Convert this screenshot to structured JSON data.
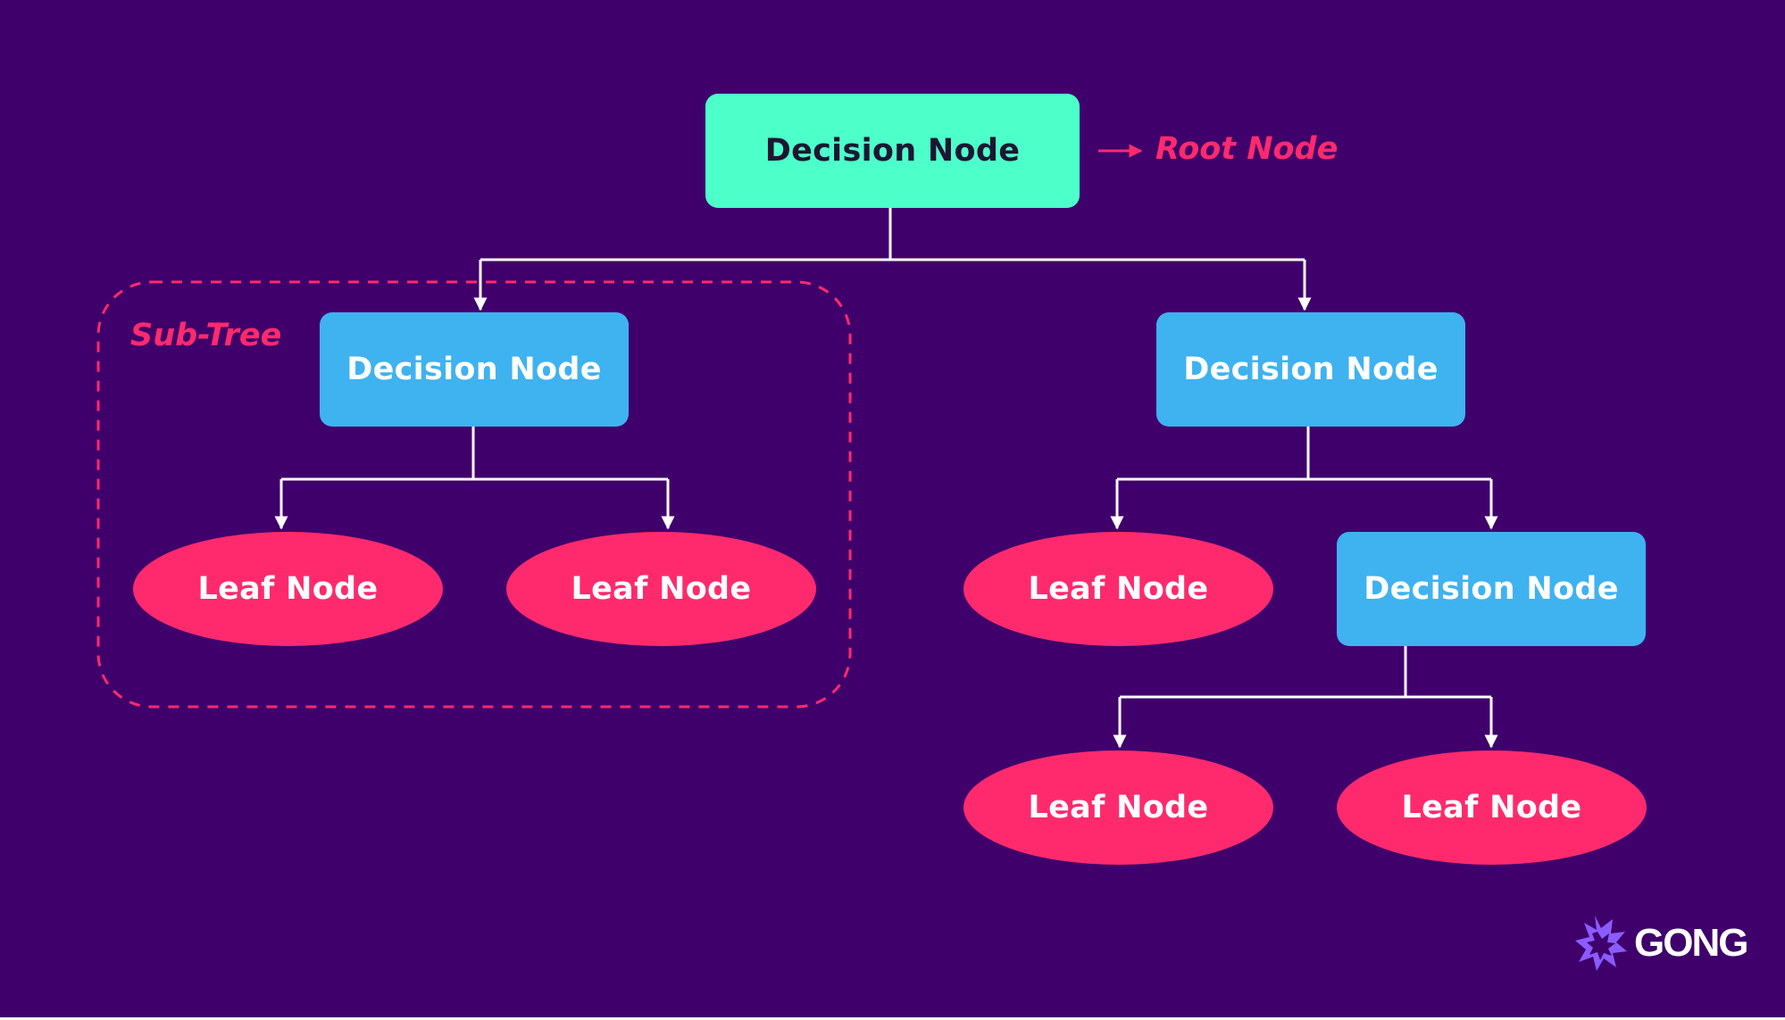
{
  "diagram": {
    "root": {
      "label": "Decision Node",
      "annotation": "Root Node"
    },
    "subtree_label": "Sub-Tree",
    "left_decision": {
      "label": "Decision Node"
    },
    "left_leaf_1": {
      "label": "Leaf Node"
    },
    "left_leaf_2": {
      "label": "Leaf Node"
    },
    "right_decision": {
      "label": "Decision Node"
    },
    "right_leaf": {
      "label": "Leaf Node"
    },
    "inner_decision": {
      "label": "Decision Node"
    },
    "inner_leaf_1": {
      "label": "Leaf Node"
    },
    "inner_leaf_2": {
      "label": "Leaf Node"
    }
  },
  "logo": {
    "text": "GONG",
    "icon": "gong-starburst-icon"
  },
  "colors": {
    "background": "#3f006c",
    "root_node": "#4dffc9",
    "decision_node": "#3fb2f0",
    "leaf_node": "#ff2a6d",
    "accent": "#ff2a6d",
    "connector": "#ffffff",
    "logo_icon": "#8a5cff"
  }
}
